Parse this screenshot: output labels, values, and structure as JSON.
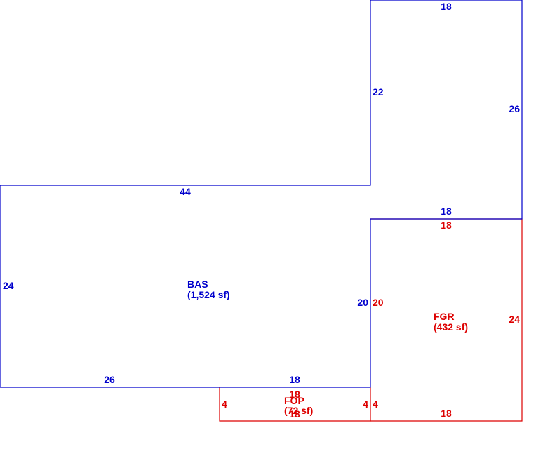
{
  "colors": {
    "living": "#0000cc",
    "garage": "#dd0000"
  },
  "areas": {
    "bas": {
      "code": "BAS",
      "area": "(1,524 sf)"
    },
    "fgr": {
      "code": "FGR",
      "area": "(432 sf)"
    },
    "fop": {
      "code": "FOP",
      "area": "(72 sf)"
    }
  },
  "dimensions": {
    "bas_top_upper": "18",
    "bas_left_upper": "22",
    "bas_right_outer": "26",
    "bas_top_long": "44",
    "bas_step_inner": "18",
    "bas_left": "24",
    "bas_inner_right": "20",
    "bas_bottom_left": "26",
    "bas_bottom_right": "18",
    "fgr_top": "18",
    "fgr_left": "20",
    "fgr_right": "24",
    "fgr_bottom": "18",
    "fop_top": "18",
    "fop_left": "4",
    "fop_right": "4",
    "fop_bottom": "18",
    "fgr_left_lower": "4"
  }
}
